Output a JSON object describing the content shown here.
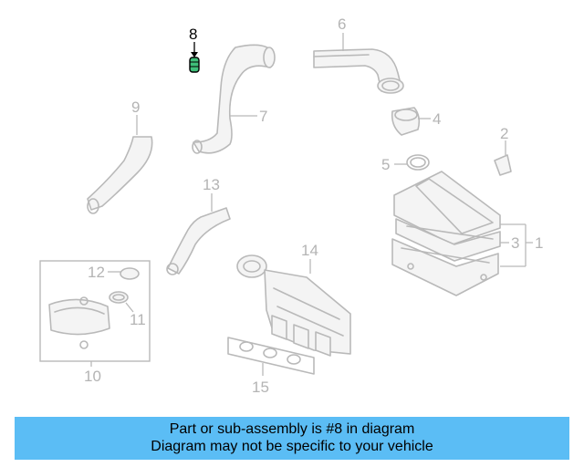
{
  "diagram": {
    "highlighted_part": "8",
    "callouts": {
      "c1": "1",
      "c2": "2",
      "c3": "3",
      "c4": "4",
      "c5": "5",
      "c6": "6",
      "c7": "7",
      "c8": "8",
      "c9": "9",
      "c10": "10",
      "c11": "11",
      "c12": "12",
      "c13": "13",
      "c14": "14",
      "c15": "15"
    },
    "colors": {
      "highlight": "#000000",
      "part_line": "#b9b9b9",
      "callout_text": "#b4b4b4",
      "banner_bg": "#5bbdf5"
    }
  },
  "banner": {
    "line1": "Part or sub-assembly is #8 in diagram",
    "line2": "Diagram may not be specific to your vehicle"
  }
}
